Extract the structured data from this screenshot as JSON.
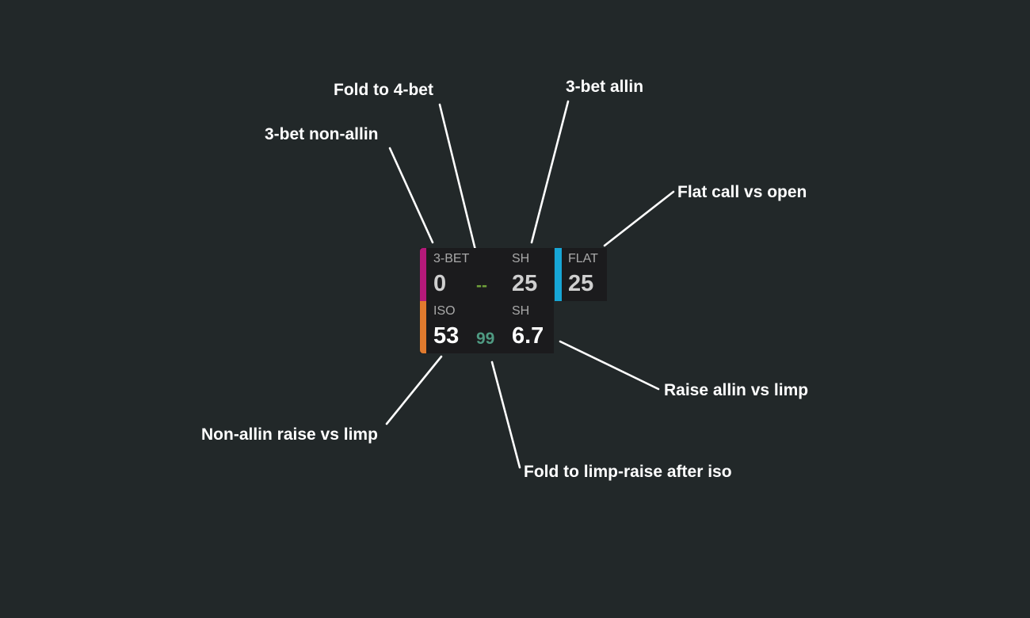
{
  "hud": {
    "threebet": {
      "label": "3-BET",
      "value": "0",
      "fold_to_4bet": "--",
      "allin_label": "SH",
      "allin_value": "25",
      "accent_color": "#b5197a"
    },
    "flat": {
      "label": "FLAT",
      "value": "25",
      "accent_color": "#17a6d6"
    },
    "iso": {
      "label": "ISO",
      "value": "53",
      "fold_to_limp_raise": "99",
      "allin_label": "SH",
      "allin_value": "6.7",
      "accent_color": "#e07a2e"
    },
    "colors": {
      "fold_to_4bet": "#6fa03a",
      "fold_to_limp_raise": "#4f9a82"
    }
  },
  "callouts": {
    "threebet_nonallin": "3-bet non-allin",
    "fold_to_4bet": "Fold to 4-bet",
    "threebet_allin": "3-bet allin",
    "flat_call_vs_open": "Flat call vs open",
    "raise_allin_vs_limp": "Raise allin vs limp",
    "nonallin_raise_vs_limp": "Non-allin raise vs limp",
    "fold_to_limp_raise_after_iso": "Fold to limp-raise after iso"
  }
}
